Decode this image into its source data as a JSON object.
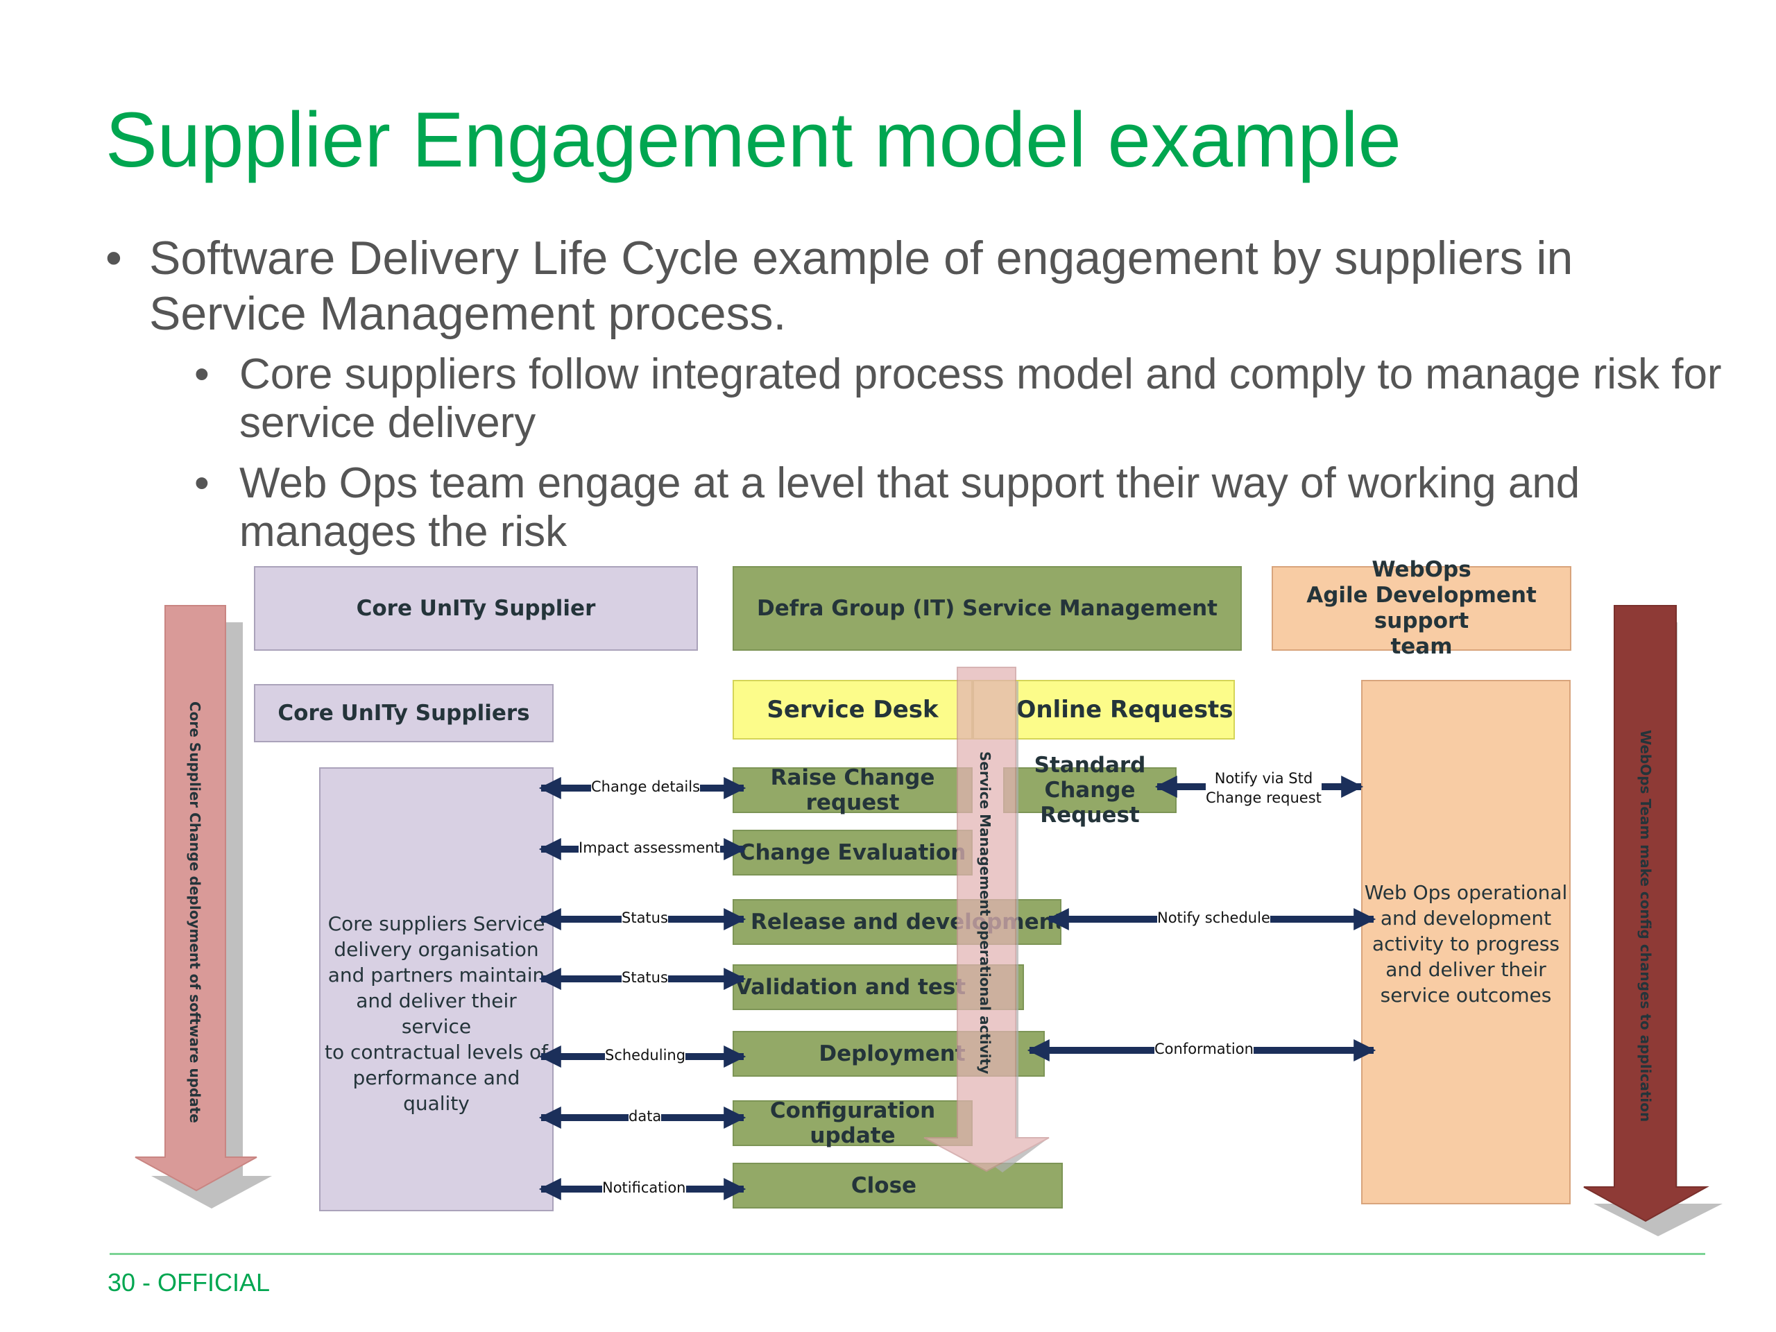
{
  "title": "Supplier Engagement model example",
  "bullets": [
    {
      "text": "Software Delivery Life Cycle example of engagement by suppliers in Service Management process.",
      "level": 1
    },
    {
      "text": "Core suppliers follow integrated process model and comply to manage risk for service delivery",
      "level": 2
    },
    {
      "text": "Web Ops team engage at a level that support their way of working and manages the risk",
      "level": 2
    }
  ],
  "bullet_glyph": "•",
  "diagram": {
    "headers": {
      "core_supplier": "Core UnITy Supplier",
      "defra": "Defra Group (IT) Service Management",
      "webops_line1": "WebOps",
      "webops_line2": "Agile Development support",
      "webops_line3": "team"
    },
    "core_suppliers_label": "Core UnITy Suppliers",
    "core_suppliers_body": [
      "Core suppliers Service",
      "delivery organisation",
      "and partners maintain",
      "and deliver their service",
      "to contractual levels of",
      "performance and quality"
    ],
    "service_desk": "Service Desk",
    "online_requests": "Online Requests",
    "standard_change": [
      "Standard Change",
      "Request"
    ],
    "process_steps": [
      "Raise Change request",
      "Change Evaluation",
      "Release and development activity",
      "Validation and test",
      "Deployment",
      "Configuration update",
      "Close"
    ],
    "left_labels": [
      "Change details",
      "Impact assessment",
      "Status",
      "Status",
      "Scheduling",
      "data",
      "Notification"
    ],
    "right_labels": {
      "notify_std": [
        "Notify via Std",
        "Change request"
      ],
      "notify_schedule": "Notify schedule",
      "conformation": "Conformation"
    },
    "webops_body": [
      "Web Ops operational",
      "and development",
      "activity to progress",
      "and deliver their",
      "service outcomes"
    ],
    "left_arrow_text": "Core Supplier Change deployment of software update",
    "center_arrow_text": "Service Management operational activity",
    "right_arrow_text": "WebOps Team make config changes to application"
  },
  "colors": {
    "title_green": "#00a650",
    "body_gray": "#555555",
    "lavender": "#d8d0e3",
    "green_box": "#93a967",
    "peach": "#f8cca4",
    "yellow": "#fcfc8a",
    "arrow_navy": "#1b2f5a",
    "left_arrow": "#d99a98",
    "right_arrow": "#8e3a36",
    "rule_green": "#7bd394"
  },
  "footer": "30 - OFFICIAL"
}
